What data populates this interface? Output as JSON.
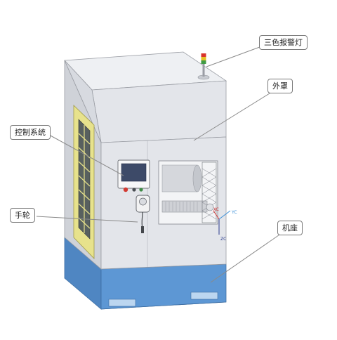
{
  "callouts": {
    "alarm_light": "三色报警灯",
    "outer_cover": "外罩",
    "control_system": "控制系统",
    "handwheel": "手轮",
    "machine_base": "机座"
  },
  "axes": {
    "xc": "XC",
    "yc": "YC",
    "zc": "ZC"
  },
  "colors": {
    "housing": "#e3e5ea",
    "housing_side": "#cfd2d8",
    "base": "#5d97d4",
    "base_side": "#4f86c2",
    "door_panel": "#e7e28c",
    "leader": "#8a8a8a",
    "xc_axis": "#d33b3b",
    "yc_axis": "#3a8fd8",
    "zc_axis": "#2b3c8f"
  }
}
